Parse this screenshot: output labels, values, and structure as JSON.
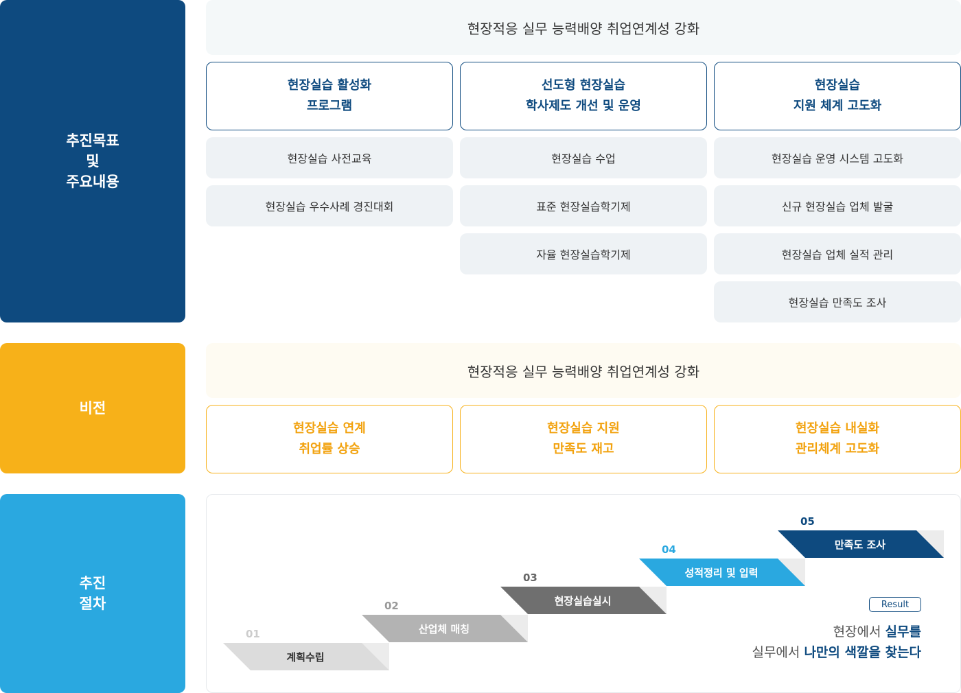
{
  "goals": {
    "label": "추진목표\n및\n주요내용",
    "banner": "현장적응 실무 능력배양 취업연계성 강화",
    "columns": [
      {
        "title": "현장실습 활성화\n프로그램",
        "items": [
          "현장실습 사전교육",
          "현장실습 우수사례 경진대회"
        ]
      },
      {
        "title": "선도형 현장실습\n학사제도 개선 및 운영",
        "items": [
          "현장실습 수업",
          "표준 현장실습학기제",
          "자율 현장실습학기제"
        ]
      },
      {
        "title": "현장실습\n지원 체계 고도화",
        "items": [
          "현장실습 운영 시스템 고도화",
          "신규 현장실습 업체 발굴",
          "현장실습 업체 실적 관리",
          "현장실습 만족도 조사"
        ]
      }
    ]
  },
  "vision": {
    "label": "비전",
    "banner": "현장적응 실무 능력배양 취업연계성 강화",
    "columns": [
      {
        "title": "현장실습 연계\n취업률 상승"
      },
      {
        "title": "현장실습 지원\n만족도 재고"
      },
      {
        "title": "현장실습 내실화\n관리체계 고도화"
      }
    ]
  },
  "process": {
    "label": "추진\n절차",
    "steps": [
      {
        "num": "01",
        "label": "계획수립",
        "color": "#dcdcdc",
        "text_color": "#333333",
        "num_color": "#cccccc"
      },
      {
        "num": "02",
        "label": "산업체 매칭",
        "color": "#b3b3b3",
        "text_color": "#ffffff",
        "num_color": "#999999"
      },
      {
        "num": "03",
        "label": "현장실습실시",
        "color": "#6f6f6f",
        "text_color": "#ffffff",
        "num_color": "#666666"
      },
      {
        "num": "04",
        "label": "성적정리 및 입력",
        "color": "#2aa8e0",
        "text_color": "#ffffff",
        "num_color": "#2aa8e0"
      },
      {
        "num": "05",
        "label": "만족도 조사",
        "color": "#0e4a7f",
        "text_color": "#ffffff",
        "num_color": "#0e4a7f"
      }
    ],
    "result_badge": "Result",
    "result_line1_pre": "현장에서 ",
    "result_line1_bold": "실무를",
    "result_line2_pre": "실무에서 ",
    "result_line2_bold": "나만의 색깔을 찾는다"
  },
  "colors": {
    "navy": "#0e4a7f",
    "yellow": "#f7b119",
    "sky": "#2aa8e0",
    "item_bg": "#eef2f5"
  }
}
